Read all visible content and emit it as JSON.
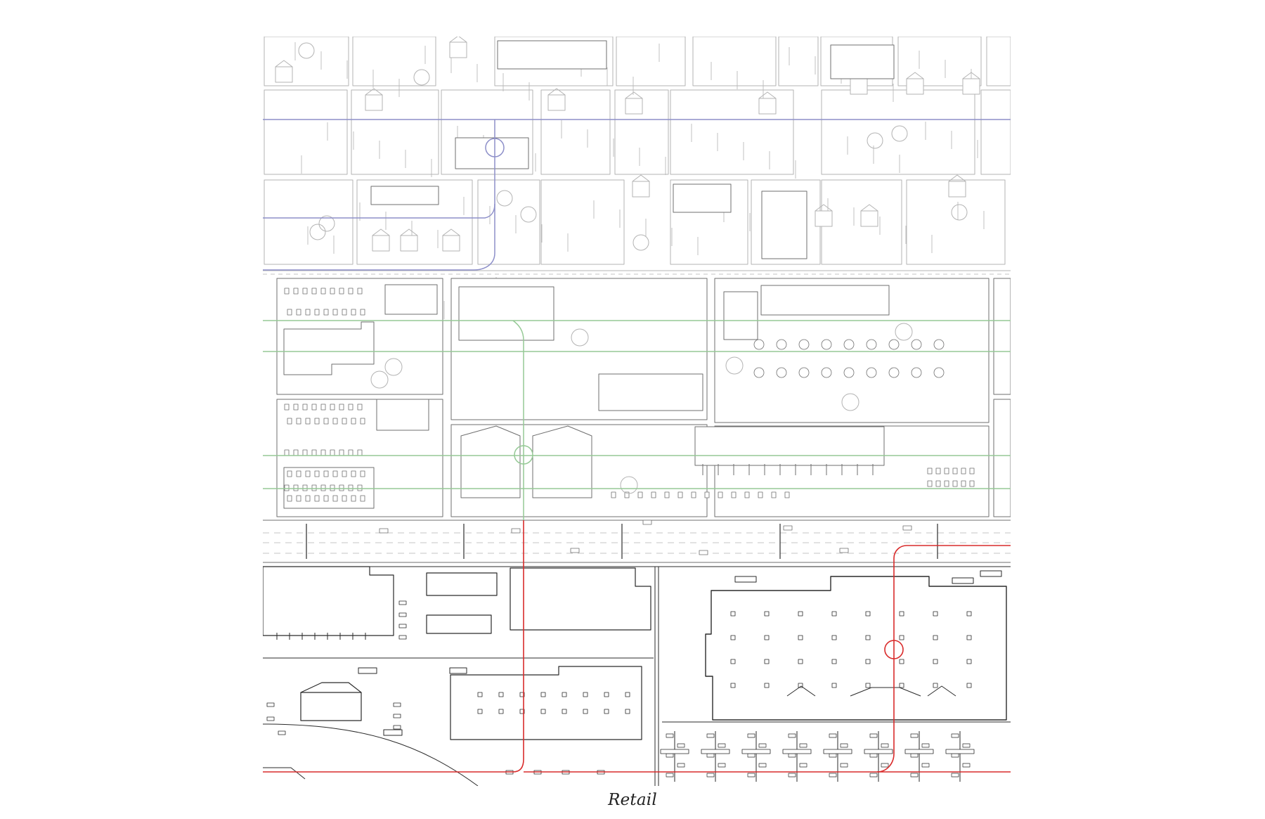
{
  "caption": "Retail",
  "colors": {
    "line_agriculture": "#8d8fc9",
    "line_industrial": "#95c995",
    "line_retail": "#d92b2b",
    "ink_dark": "#2a2a2a",
    "ink_mid": "#6f6f6f",
    "ink_light": "#b3b3b3"
  },
  "zones": [
    {
      "name": "agriculture",
      "tone": "light"
    },
    {
      "name": "industrial",
      "tone": "mid"
    },
    {
      "name": "retail",
      "tone": "dark"
    }
  ]
}
